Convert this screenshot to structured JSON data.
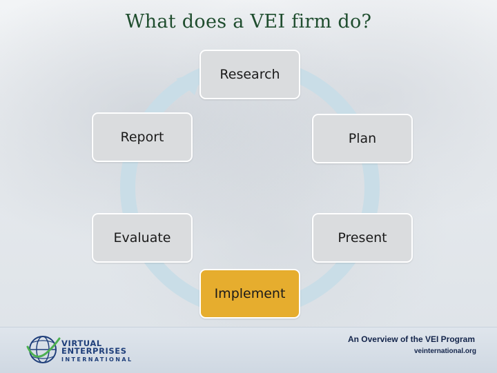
{
  "title": "What does a VEI firm do?",
  "cycle": {
    "steps": [
      "Research",
      "Plan",
      "Present",
      "Implement",
      "Evaluate",
      "Report"
    ],
    "active_step": "Implement"
  },
  "footer": {
    "logo_line1": "VIRTUAL",
    "logo_line2": "ENTERPRISES",
    "logo_line3": "INTERNATIONAL",
    "tagline": "An Overview of the VEI Program",
    "website": "veinternational.org"
  },
  "colors": {
    "title": "#1f4d2e",
    "box_fill": "#dadcde",
    "active_fill": "#e6ad2e",
    "ring": "#c9dde7",
    "footer_text": "#13244a",
    "logo_blue": "#1f3f7a",
    "logo_green": "#4caf50"
  }
}
